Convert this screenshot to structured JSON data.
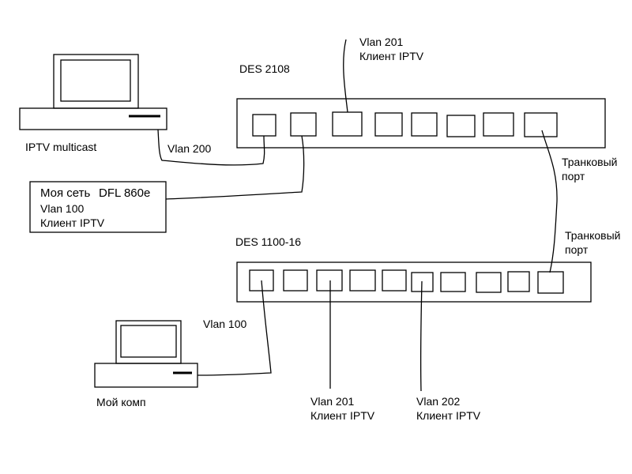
{
  "diagram": {
    "switch_top": {
      "label": "DES 2108"
    },
    "switch_bottom": {
      "label": "DES 1100-16"
    },
    "iptv_pc": {
      "label": "IPTV multicast"
    },
    "my_pc": {
      "label": "Мой комп"
    },
    "router_box": {
      "line1": "Моя сеть",
      "model": "DFL 860e",
      "line2": "Vlan 100",
      "line3": "Клиент IPTV"
    },
    "edges": {
      "iptv_vlan": "Vlan 200",
      "my_pc_vlan": "Vlan 100",
      "top_client": {
        "line1": "Vlan 201",
        "line2": "Клиент IPTV"
      },
      "trunk_top": {
        "line1": "Транковый",
        "line2": "порт"
      },
      "trunk_bottom": {
        "line1": "Транковый",
        "line2": "порт"
      },
      "bottom_client_201": {
        "line1": "Vlan 201",
        "line2": "Клиент IPTV"
      },
      "bottom_client_202": {
        "line1": "Vlan 202",
        "line2": "Клиент IPTV"
      }
    },
    "colors": {
      "stroke": "#000000",
      "background": "#ffffff"
    }
  }
}
